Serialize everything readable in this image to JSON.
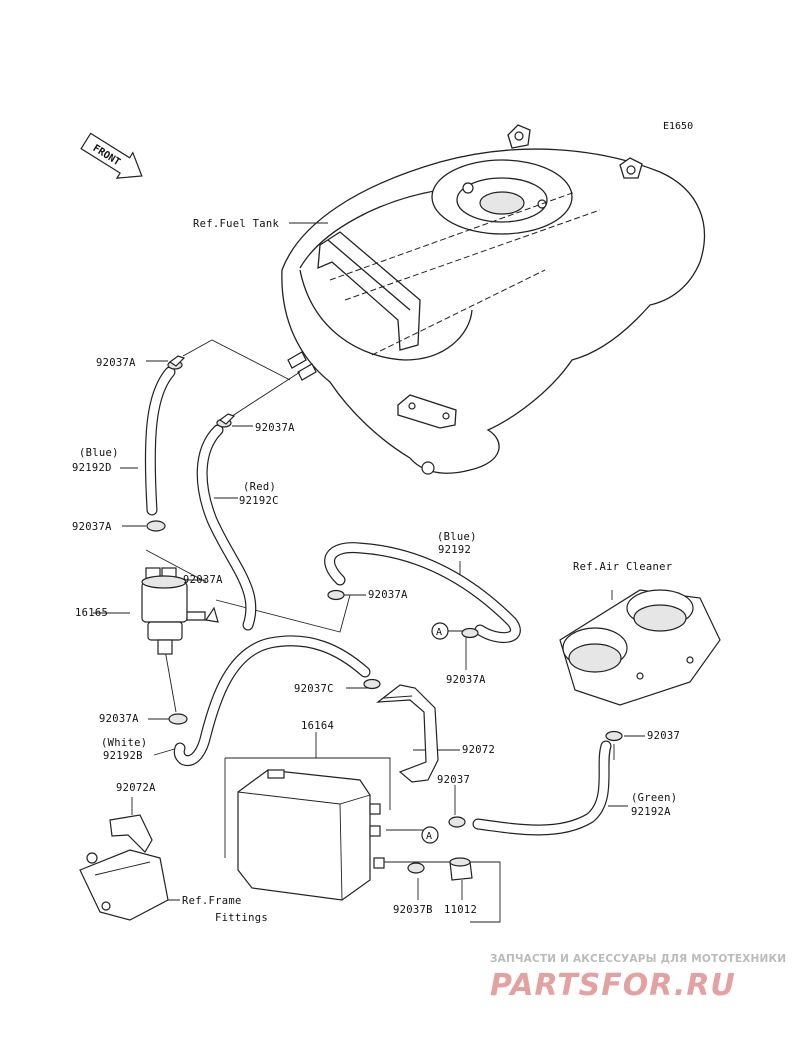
{
  "diagram_code": "E1650",
  "front_label": "FRONT",
  "refs": {
    "fuel_tank": "Ref.Fuel Tank",
    "air_cleaner": "Ref.Air Cleaner",
    "frame_fittings_line1": "Ref.Frame",
    "frame_fittings_line2": "Fittings"
  },
  "parts": {
    "clamp_top_left": "92037A",
    "clamp_top_right": "92037A",
    "hose_blue_color": "(Blue)",
    "hose_blue_code": "92192D",
    "hose_red_color": "(Red)",
    "hose_red_code": "92192C",
    "clamp_mid_left": "92037A",
    "clamp_filter_side": "92037A",
    "filter": "16165",
    "clamp_lower_left": "92037A",
    "hose_white_color": "(White)",
    "hose_white_code": "92192B",
    "hose_blue2_color": "(Blue)",
    "hose_blue2_code": "92192",
    "clamp_mid_right": "92037A",
    "clamp_a_right": "92037A",
    "clamp_c": "92037C",
    "canister": "16164",
    "bracket": "92072",
    "clamp_canister": "92037",
    "clamp_air_cleaner": "92037",
    "hose_green_color": "(Green)",
    "hose_green_code": "92192A",
    "bracket_a": "92072A",
    "clamp_b": "92037B",
    "cap": "11012",
    "marker_a": "A"
  },
  "watermark": {
    "tagline": "ЗАПЧАСТИ И АКСЕССУАРЫ ДЛЯ МОТОТЕХНИКИ",
    "brand": "PARTSFOR.RU"
  }
}
